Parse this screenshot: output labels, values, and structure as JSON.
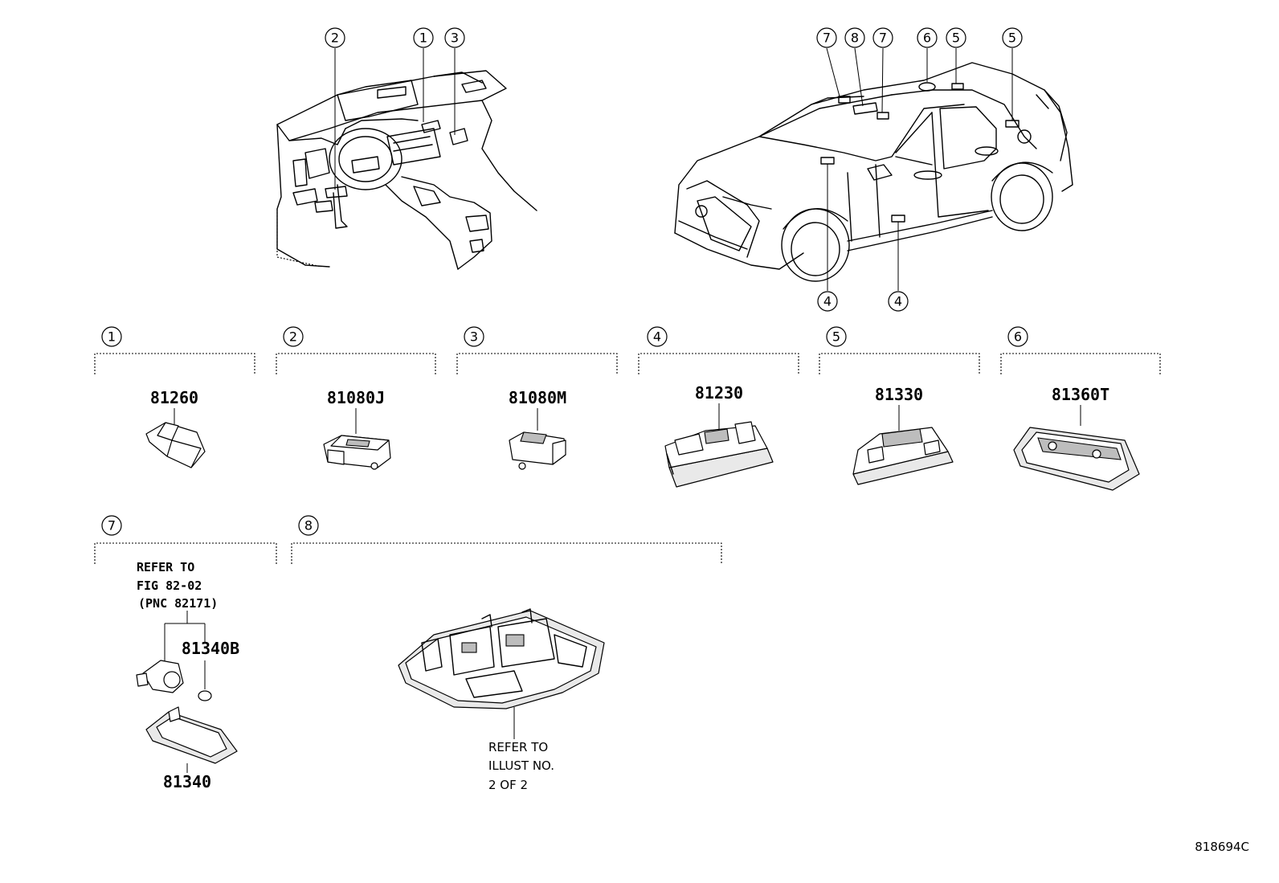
{
  "callout_numbers": [
    "1",
    "2",
    "3",
    "4",
    "5",
    "6",
    "7",
    "8"
  ],
  "sections": [
    {
      "num": "1",
      "part": "81260"
    },
    {
      "num": "2",
      "part": "81080J"
    },
    {
      "num": "3",
      "part": "81080M"
    },
    {
      "num": "4",
      "part": "81230"
    },
    {
      "num": "5",
      "part": "81330"
    },
    {
      "num": "6",
      "part": "81360T"
    }
  ],
  "section7": {
    "num": "7",
    "note_lines": [
      "REFER TO",
      "FIG 82-02",
      "(PNC 82171)"
    ],
    "parts": [
      "81340B",
      "81340"
    ]
  },
  "section8": {
    "num": "8",
    "note_lines": [
      "REFER TO",
      "ILLUST NO.",
      "2 OF 2"
    ]
  },
  "figure_id": "818694C"
}
